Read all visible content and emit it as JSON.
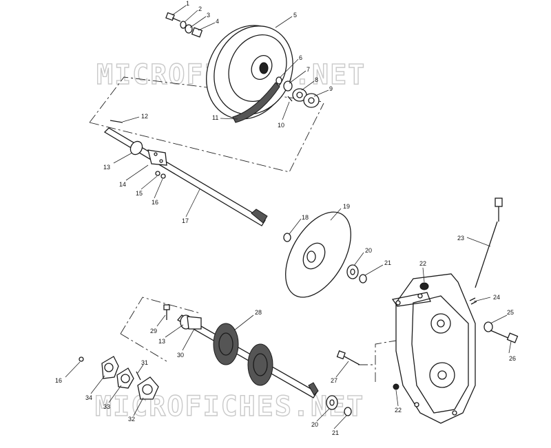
{
  "watermark": {
    "text_top": "MICROFICHES.NET",
    "text_bottom": "MICROFICHES.NET"
  },
  "callouts": [
    {
      "id": "c1",
      "label": "1"
    },
    {
      "id": "c2",
      "label": "2"
    },
    {
      "id": "c3",
      "label": "3"
    },
    {
      "id": "c4",
      "label": "4"
    },
    {
      "id": "c5",
      "label": "5"
    },
    {
      "id": "c6",
      "label": "6"
    },
    {
      "id": "c7",
      "label": "7"
    },
    {
      "id": "c8",
      "label": "8"
    },
    {
      "id": "c9",
      "label": "9"
    },
    {
      "id": "c10",
      "label": "10"
    },
    {
      "id": "c11",
      "label": "11"
    },
    {
      "id": "c12",
      "label": "12"
    },
    {
      "id": "c13a",
      "label": "13"
    },
    {
      "id": "c14",
      "label": "14"
    },
    {
      "id": "c15",
      "label": "15"
    },
    {
      "id": "c16a",
      "label": "16"
    },
    {
      "id": "c17",
      "label": "17"
    },
    {
      "id": "c18",
      "label": "18"
    },
    {
      "id": "c19",
      "label": "19"
    },
    {
      "id": "c20a",
      "label": "20"
    },
    {
      "id": "c21a",
      "label": "21"
    },
    {
      "id": "c22a",
      "label": "22"
    },
    {
      "id": "c23",
      "label": "23"
    },
    {
      "id": "c24",
      "label": "24"
    },
    {
      "id": "c25",
      "label": "25"
    },
    {
      "id": "c26",
      "label": "26"
    },
    {
      "id": "c27",
      "label": "27"
    },
    {
      "id": "c28",
      "label": "28"
    },
    {
      "id": "c29",
      "label": "29"
    },
    {
      "id": "c13b",
      "label": "13"
    },
    {
      "id": "c30",
      "label": "30"
    },
    {
      "id": "c31",
      "label": "31"
    },
    {
      "id": "c16b",
      "label": "16"
    },
    {
      "id": "c34",
      "label": "34"
    },
    {
      "id": "c33",
      "label": "33"
    },
    {
      "id": "c32",
      "label": "32"
    },
    {
      "id": "c22b",
      "label": "22"
    },
    {
      "id": "c20b",
      "label": "20"
    },
    {
      "id": "c21b",
      "label": "21"
    }
  ]
}
